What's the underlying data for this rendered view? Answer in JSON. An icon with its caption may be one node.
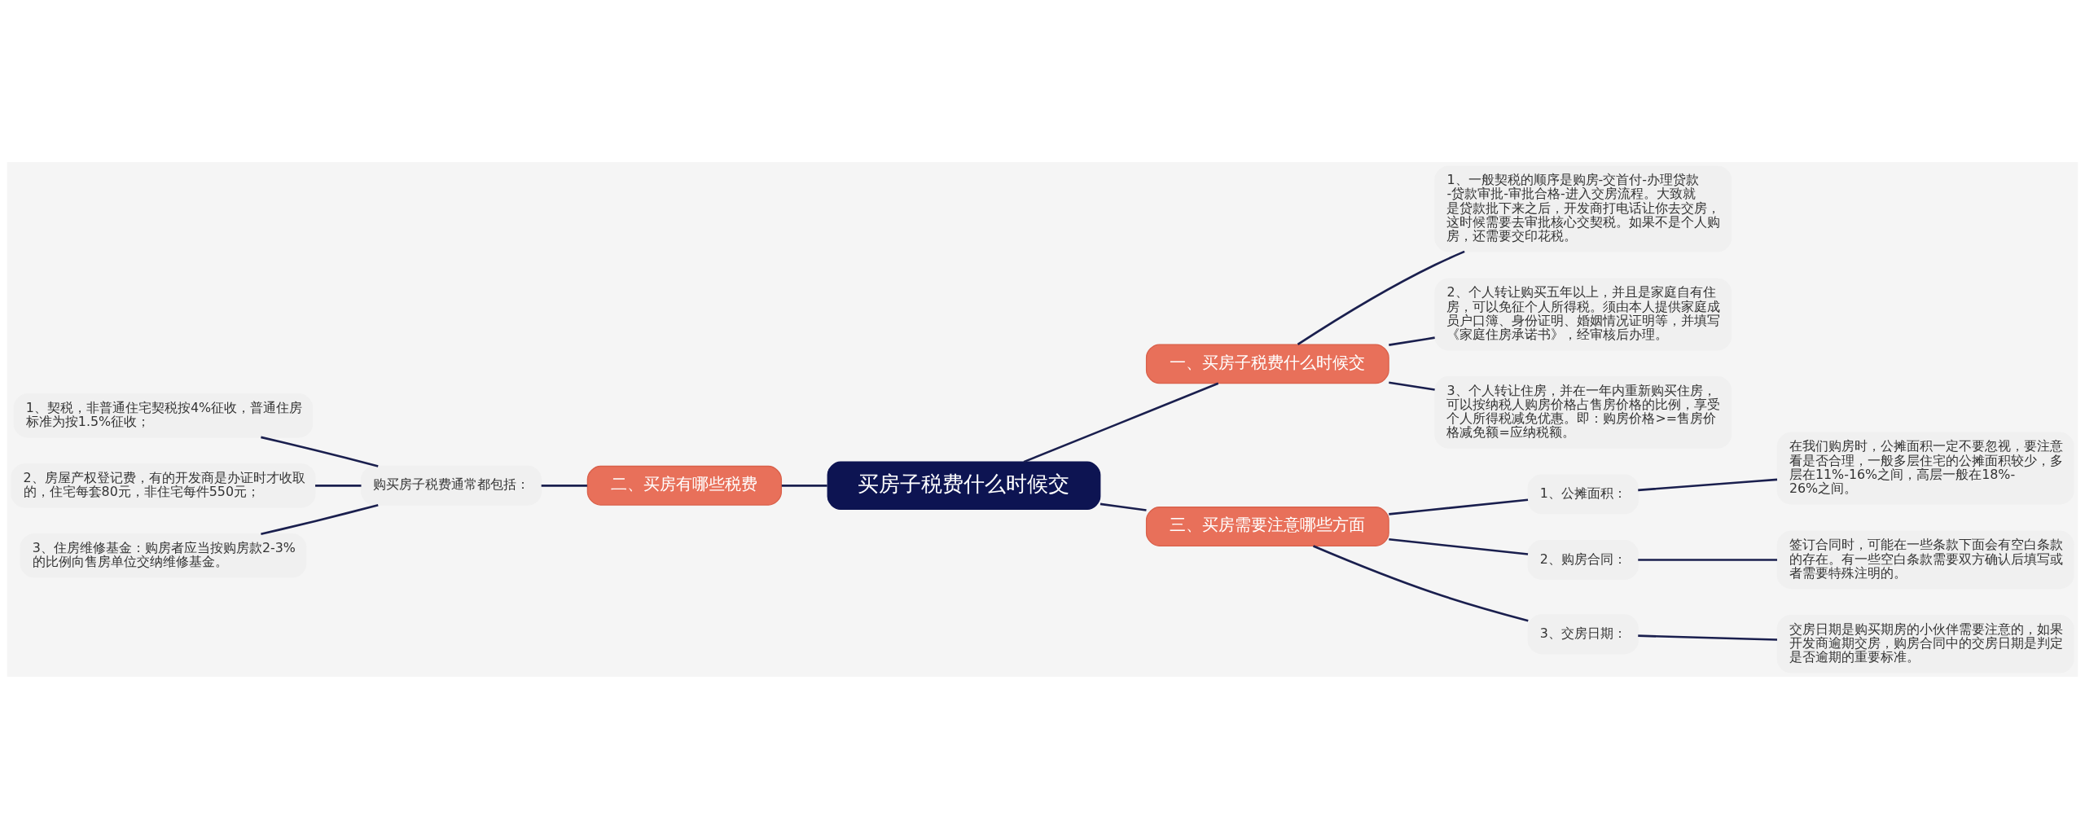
{
  "diagram": {
    "nodes": [
      {
        "text": [
          "买房子税费什么时候交"
        ]
      },
      {
        "text": [
          "一、买房子税费什么时候交"
        ]
      },
      {
        "text": [
          "1、一般契税的顺序是购房-交首付-办理贷款-贷款审批-审批合格-进入交房流程。大致就是贷款批下来之后，开发商打电话让你去交房，这时候需要去审批核心交契税。如果不是个人购房，还需要交印花税。"
        ]
      },
      {
        "text": [
          "2、个人转让购买五年以上，并且是家庭自有住房，可以免征个人所得税。须由本人提供家庭成员户口簿、身份证明、婚姻情况证明等，并填写《家庭住房承诺书》，经审核后办理。"
        ]
      },
      {
        "text": [
          "3、个人转让住房，并在一年内重新购买住房，可以按纳税人购房价格占售房价格的比例，享受个人所得税减免优惠。即：购房价格>=售房价格减免额=应纳税额。"
        ]
      },
      {
        "text": [
          "二、买房有哪些税费"
        ]
      },
      {
        "text": [
          "购买房子税费通常都包括："
        ]
      },
      {
        "text": [
          "1、契税，非普通住宅契税按4%征收，普通住房标准为按1.5%征收；"
        ]
      },
      {
        "text": [
          "2、房屋产权登记费，有的开发商是办证时才收取的，住宅每套80元，非住宅每件550元；"
        ]
      },
      {
        "text": [
          "3、住房维修基金：购房者应当按购房款2-3%的比例向售房单位交纳维修基金。"
        ]
      },
      {
        "text": [
          "三、买房需要注意哪些方面"
        ]
      },
      {
        "text": [
          "1、公摊面积："
        ]
      },
      {
        "text": [
          "在我们购房时，公摊面积一定不要忽视，要注意看是否合理，一般多层住宅的公摊面积较少，多层在11%-16%之间，高层一般在18%-26%之间。"
        ]
      },
      {
        "text": [
          "2、购房合同："
        ]
      },
      {
        "text": [
          "签订合同时，可能在一些条款下面会有空白条款的存在。有一些空白条款需要双方确认后填写或者需要特殊注明的。"
        ]
      },
      {
        "text": [
          "3、交房日期："
        ]
      },
      {
        "text": [
          "交房日期是购买期房的小伙伴需要注意的，如果开发商逾期交房，购房合同中的交房日期是判定是否逾期的重要标准。"
        ]
      }
    ],
    "edges": [
      {
        "from": 0,
        "to": 1,
        "arrow": "none"
      },
      {
        "from": 1,
        "to": 2,
        "arrow": "none"
      },
      {
        "from": 1,
        "to": 3,
        "arrow": "none"
      },
      {
        "from": 1,
        "to": 4,
        "arrow": "none"
      },
      {
        "from": 0,
        "to": 5,
        "arrow": "none"
      },
      {
        "from": 5,
        "to": 6,
        "arrow": "none"
      },
      {
        "from": 6,
        "to": 7,
        "arrow": "none"
      },
      {
        "from": 6,
        "to": 8,
        "arrow": "none"
      },
      {
        "from": 6,
        "to": 9,
        "arrow": "none"
      },
      {
        "from": 0,
        "to": 10,
        "arrow": "none"
      },
      {
        "from": 10,
        "to": 11,
        "arrow": "none"
      },
      {
        "from": 11,
        "to": 12,
        "arrow": "none"
      },
      {
        "from": 10,
        "to": 13,
        "arrow": "none"
      },
      {
        "from": 13,
        "to": 14,
        "arrow": "none"
      },
      {
        "from": 10,
        "to": 15,
        "arrow": "none"
      },
      {
        "from": 15,
        "to": 16,
        "arrow": "none"
      }
    ]
  }
}
